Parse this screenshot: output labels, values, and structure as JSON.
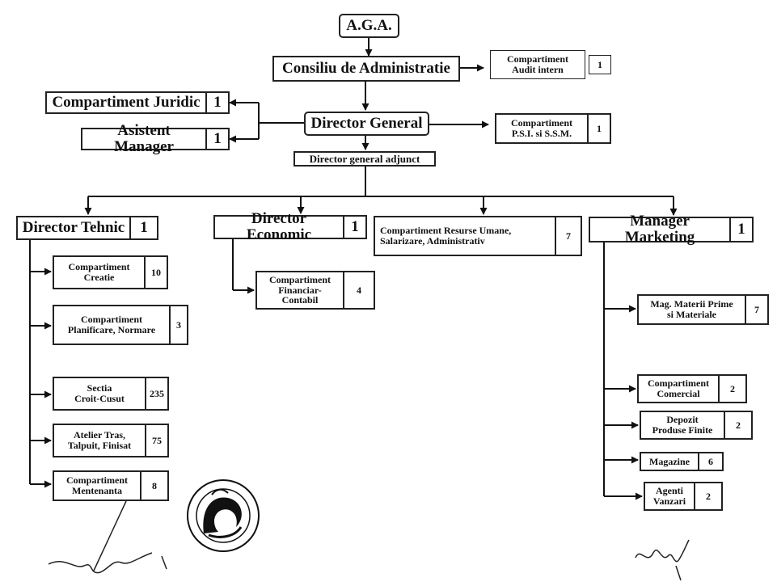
{
  "aga": "A.G.A.",
  "consiliu": "Consiliu de Administratie",
  "audit": {
    "label_l1": "Compartiment",
    "label_l2": "Audit intern",
    "count": "1"
  },
  "juridic": {
    "label": "Compartiment Juridic",
    "count": "1"
  },
  "asistent": {
    "label": "Asistent Manager",
    "count": "1"
  },
  "director_general": "Director General",
  "psi": {
    "label_l1": "Compartiment",
    "label_l2": "P.S.I. si S.S.M.",
    "count": "1"
  },
  "adjunct": "Director general adjunct",
  "tehnic": {
    "label": "Director Tehnic",
    "count": "1"
  },
  "economic": {
    "label": "Director Economic",
    "count": "1"
  },
  "resurse": {
    "label_l1": "Compartiment Resurse Umane,",
    "label_l2": "Salarizare, Administrativ",
    "count": "7"
  },
  "marketing": {
    "label": "Manager Marketing",
    "count": "1"
  },
  "creatie": {
    "label_l1": "Compartiment",
    "label_l2": "Creatie",
    "count": "10"
  },
  "planificare": {
    "label_l1": "Compartiment",
    "label_l2": "Planificare, Normare",
    "count": "3"
  },
  "sectia": {
    "label_l1": "Sectia",
    "label_l2": "Croit-Cusut",
    "count": "235"
  },
  "atelier": {
    "label_l1": "Atelier  Tras,",
    "label_l2": "Talpuit, Finisat",
    "count": "75"
  },
  "mentenanta": {
    "label_l1": "Compartiment",
    "label_l2": "Mentenanta",
    "count": "8"
  },
  "financiar": {
    "label_l1": "Compartiment",
    "label_l2": "Financiar-Contabil",
    "count": "4"
  },
  "mag": {
    "label_l1": "Mag. Materii Prime",
    "label_l2": "si Materiale",
    "count": "7"
  },
  "comercial": {
    "label_l1": "Compartiment",
    "label_l2": "Comercial",
    "count": "2"
  },
  "depozit": {
    "label_l1": "Depozit",
    "label_l2": "Produse Finite",
    "count": "2"
  },
  "magazine": {
    "label": "Magazine",
    "count": "6"
  },
  "agenti": {
    "label_l1": "Agenti",
    "label_l2": "Vanzari",
    "count": "2"
  }
}
